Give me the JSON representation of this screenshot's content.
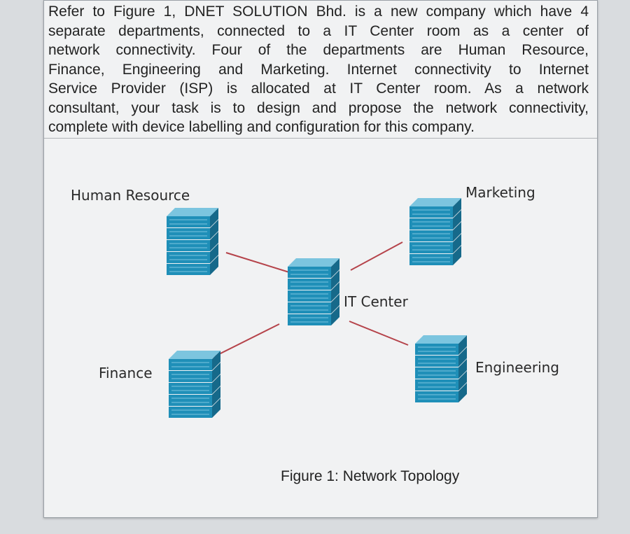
{
  "question": {
    "lines": [
      "Refer to Figure 1, DNET SOLUTION Bhd. is a new company which have 4",
      "separate departments, connected to a IT Center room as a center of",
      "network connectivity. Four of the departments are Human Resource,",
      "Finance, Engineering and Marketing. Internet connectivity to Internet",
      "Service Provider (ISP) is allocated at IT Center room. As a network",
      "consultant, your task is to design and propose the network connectivity,",
      "complete with device labelling and configuration for this company."
    ]
  },
  "diagram": {
    "nodes": {
      "human_resource": "Human Resource",
      "marketing": "Marketing",
      "it_center": "IT Center",
      "finance": "Finance",
      "engineering": "Engineering"
    },
    "caption": "Figure 1: Network Topology",
    "colors": {
      "switch_body": "#1f8fb8",
      "switch_dark": "#16698a",
      "switch_light": "#7cc5df",
      "link": "#b5434a"
    }
  }
}
